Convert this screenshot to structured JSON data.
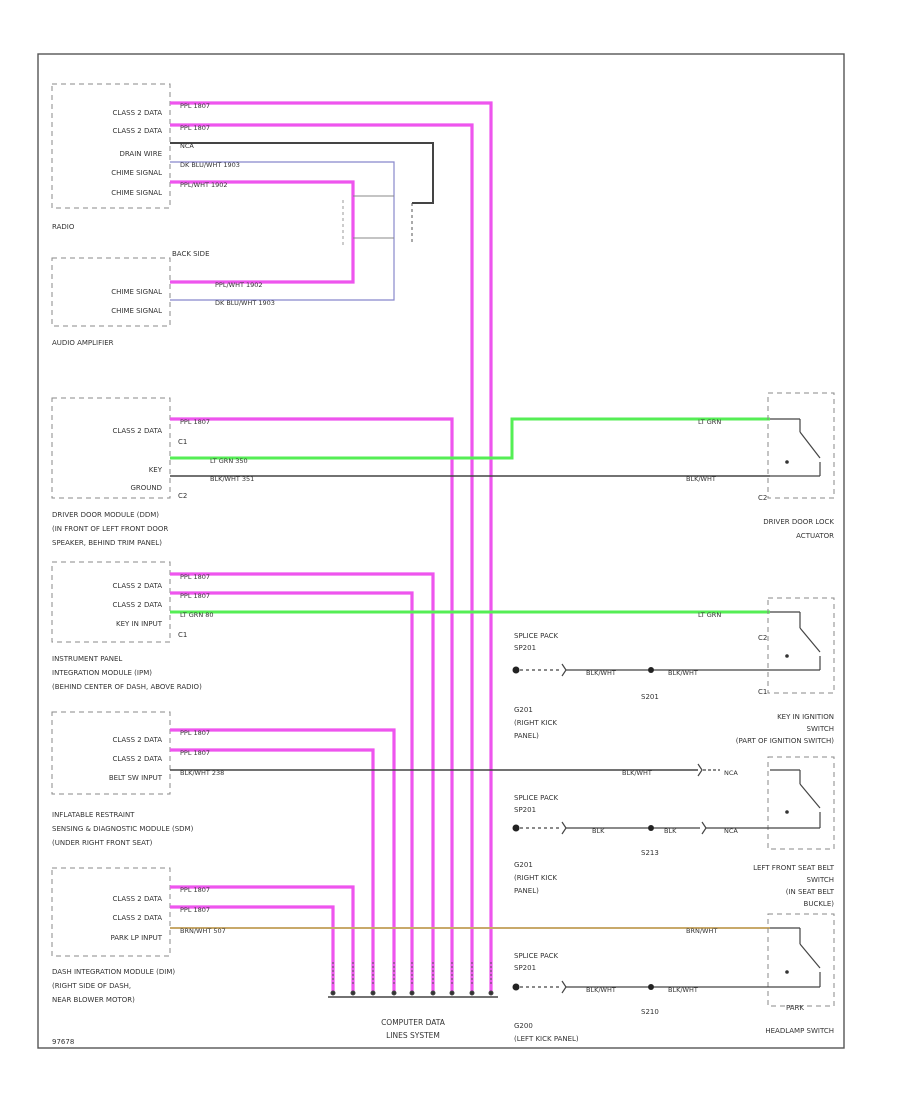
{
  "colors": {
    "pink": "#ee55ee",
    "green": "#55ee55",
    "black": "#333333",
    "blue": "#8888cc",
    "tan": "#c8a96a",
    "border": "#555555"
  },
  "modules": {
    "radio": {
      "name": "RADIO",
      "pins": [
        "CLASS 2 DATA",
        "CLASS 2 DATA",
        "DRAIN WIRE",
        "CHIME SIGNAL",
        "CHIME SIGNAL"
      ]
    },
    "audio_amp": {
      "name": "AUDIO AMPLIFIER",
      "header": "BACK SIDE",
      "pins": [
        "CHIME SIGNAL",
        "CHIME SIGNAL"
      ]
    },
    "ddm": {
      "name_lines": [
        "DRIVER DOOR MODULE (DDM)",
        "(IN FRONT OF LEFT FRONT DOOR",
        "SPEAKER, BEHIND TRIM PANEL)"
      ],
      "pins": [
        "CLASS 2 DATA",
        "KEY",
        "GROUND"
      ],
      "conn": [
        "C1",
        "C2"
      ]
    },
    "ipm": {
      "name_lines": [
        "INSTRUMENT PANEL",
        "INTEGRATION MODULE (IPM)",
        "(BEHIND CENTER OF DASH, ABOVE RADIO)"
      ],
      "pins": [
        "CLASS 2 DATA",
        "CLASS 2 DATA",
        "KEY IN INPUT"
      ],
      "conn": [
        "C1"
      ]
    },
    "sdm": {
      "name_lines": [
        "INFLATABLE RESTRAINT",
        "SENSING & DIAGNOSTIC MODULE (SDM)",
        "(UNDER RIGHT FRONT SEAT)"
      ],
      "pins": [
        "CLASS 2 DATA",
        "CLASS 2 DATA",
        "BELT SW INPUT"
      ]
    },
    "dim": {
      "name_lines": [
        "DASH INTEGRATION MODULE (DIM)",
        "(RIGHT SIDE OF DASH,",
        "NEAR BLOWER MOTOR)"
      ],
      "pins": [
        "CLASS 2 DATA",
        "CLASS 2 DATA",
        "PARK LP INPUT"
      ]
    }
  },
  "wires": {
    "radio_data1": "PPL 1807",
    "radio_data2": "PPL 1807",
    "radio_drain": "NCA",
    "radio_chime1": "DK BLU/WHT 1903",
    "radio_chime2": "PPL/WHT 1902",
    "amp_chime1": "PPL/WHT 1902",
    "amp_chime2": "DK BLU/WHT 1903",
    "ddm_data": "PPL 1807",
    "ddm_key": "LT GRN 350",
    "ddm_ground": "BLK/WHT 351",
    "ipm_data1": "PPL 1807",
    "ipm_data2": "PPL 1807",
    "ipm_key": "LT GRN 80",
    "sdm_data1": "PPL 1807",
    "sdm_data2": "PPL 1807",
    "sdm_belt": "BLK/WHT 238",
    "dim_data1": "PPL 1807",
    "dim_data2": "PPL 1807",
    "dim_park": "BRN/WHT 507"
  },
  "right": {
    "lock_actuator": [
      "DRIVER DOOR LOCK",
      "ACTUATOR"
    ],
    "lock_wire1": "LT GRN",
    "lock_wire2": "BLK/WHT",
    "lock_conn": "C2",
    "key_switch": [
      "KEY IN IGNITION",
      "SWITCH",
      "(PART OF IGNITION SWITCH)"
    ],
    "key_wire1": "LT GRN",
    "key_wire2": "BLK/WHT",
    "key_conn": [
      "C2",
      "C1"
    ],
    "seatbelt_switch": [
      "LEFT FRONT SEAT BELT",
      "SWITCH",
      "(IN SEAT BELT",
      "BUCKLE)"
    ],
    "seatbelt_wire": "BLK/WHT",
    "seatbelt_nca": "NCA",
    "seatbelt_nca2": "NCA",
    "headlamp_switch": "HEADLAMP SWITCH",
    "headlamp_wire1": "BRN/WHT",
    "headlamp_wire2": "BLK/WHT",
    "park": "PARK"
  },
  "splices": {
    "s201_pack": [
      "SPLICE PACK",
      "SP201"
    ],
    "s201": "S201",
    "s201_loc": [
      "G201",
      "(RIGHT KICK",
      "PANEL)"
    ],
    "s201_wire1": "BLK/WHT",
    "s201_wire2": "BLK/WHT",
    "s213_pack": [
      "SPLICE PACK",
      "SP201"
    ],
    "s213": "S213",
    "s213_loc": [
      "G201",
      "(RIGHT KICK",
      "PANEL)"
    ],
    "s213_wire1": "BLK",
    "s213_wire2": "BLK",
    "s210_pack": [
      "SPLICE PACK",
      "SP201"
    ],
    "s210": "S210",
    "s210_loc": [
      "G200",
      "(LEFT KICK PANEL)"
    ],
    "s210_wire1": "BLK/WHT",
    "s210_wire2": "BLK/WHT"
  },
  "bottom": {
    "dlc": [
      "COMPUTER DATA",
      "LINES SYSTEM"
    ],
    "code": "97678"
  }
}
